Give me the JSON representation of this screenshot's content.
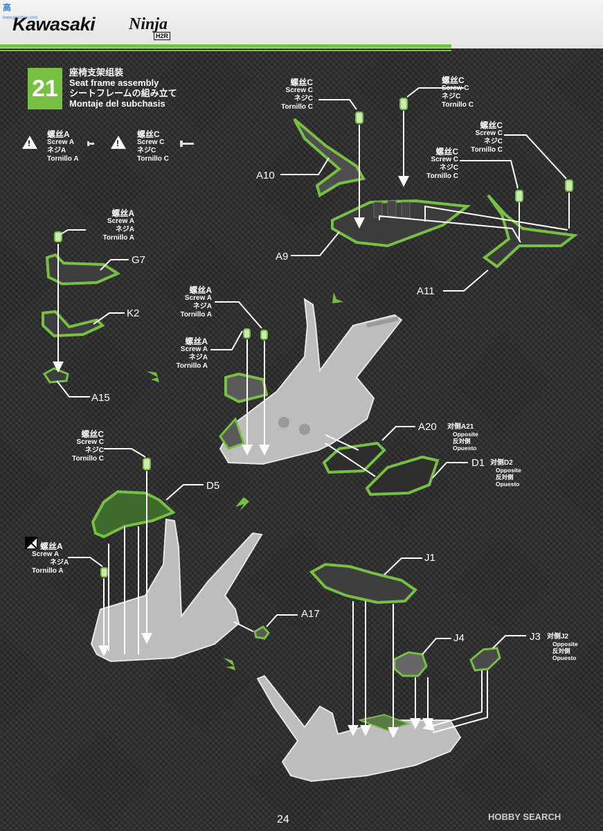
{
  "header": {
    "brand": "Kawasaki",
    "model": "Ninja",
    "model_sub": "H2R",
    "watermark_logo": "高",
    "watermark_url": "www.gaoshon.com"
  },
  "step": {
    "number": "21",
    "title_zh": "座椅支架组装",
    "title_en": "Seat frame assembly",
    "title_ja": "シートフレームの組み立て",
    "title_es": "Montaje del subchasis"
  },
  "legend": {
    "screw_a": {
      "zh": "螺丝A",
      "en": "Screw A",
      "ja": "ネジA",
      "es": "Tornillo A"
    },
    "screw_c": {
      "zh": "螺丝C",
      "en": "Screw C",
      "ja": "ネジC",
      "es": "Tornillo C"
    }
  },
  "callouts": {
    "c1": {
      "zh": "螺丝C",
      "en": "Screw C",
      "ja": "ネジC",
      "es": "Tornillo C"
    },
    "c2": {
      "zh": "螺丝C",
      "en": "Screw C",
      "ja": "ネジC",
      "es": "Tornillo C"
    },
    "c3": {
      "zh": "螺丝C",
      "en": "Screw C",
      "ja": "ネジC",
      "es": "Tornillo C"
    },
    "c4": {
      "zh": "螺丝C",
      "en": "Screw C",
      "ja": "ネジC",
      "es": "Tornillo C"
    },
    "a1": {
      "zh": "螺丝A",
      "en": "Screw A",
      "ja": "ネジA",
      "es": "Tornillo A"
    },
    "a2": {
      "zh": "螺丝A",
      "en": "Screw A",
      "ja": "ネジA",
      "es": "Tornillo A"
    },
    "a3": {
      "zh": "螺丝A",
      "en": "Screw A",
      "ja": "ネジA",
      "es": "Tornillo A"
    },
    "c5": {
      "zh": "螺丝C",
      "en": "Screw C",
      "ja": "ネジC",
      "es": "Tornillo C"
    },
    "a4": {
      "zh": "螺丝A",
      "en": "Screw A",
      "ja": "ネジA",
      "es": "Tornillo A"
    }
  },
  "parts": {
    "a10": "A10",
    "a9": "A9",
    "a11": "A11",
    "g7": "G7",
    "k2": "K2",
    "a15": "A15",
    "a20": "A20",
    "d1": "D1",
    "d5": "D5",
    "a17": "A17",
    "j1": "J1",
    "j4": "J4",
    "j3": "J3"
  },
  "opposites": {
    "a20": {
      "pair": "对侧A21",
      "en": "Opposite",
      "ja": "反対側",
      "es": "Opuesto"
    },
    "d1": {
      "pair": "对侧D2",
      "en": "Opposite",
      "ja": "反対側",
      "es": "Opuesto"
    },
    "j3": {
      "pair": "对侧J2",
      "en": "Opposite",
      "ja": "反対側",
      "es": "Opuesto"
    }
  },
  "footer": {
    "page_number": "24",
    "watermark": "HOBBY SEARCH"
  },
  "colors": {
    "accent_green": "#76c043",
    "background": "#2b2b2b",
    "part_gray": "#bdbdbd"
  },
  "icons": [
    "caution-icon",
    "screw-a-icon",
    "screw-c-icon",
    "arrow-icon",
    "unused-x-icon"
  ]
}
